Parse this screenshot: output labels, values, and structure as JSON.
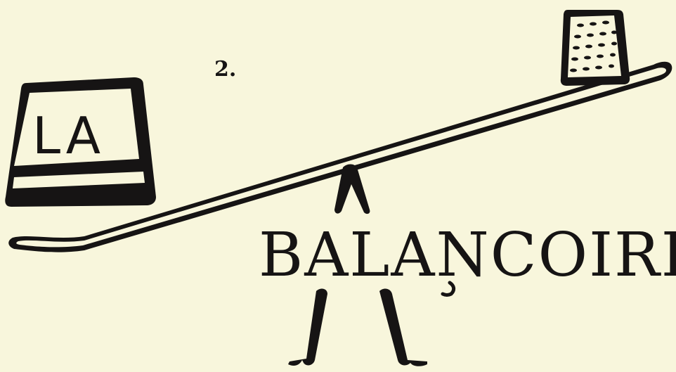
{
  "page_number": "2.",
  "left_weight_label": "LA",
  "title_word": "BALANCOIRE",
  "colors": {
    "paper": "#f8f6dc",
    "ink": "#161414"
  },
  "illustration": {
    "subject": "seesaw",
    "left_object": "weight",
    "right_object": "dotted-weight"
  }
}
